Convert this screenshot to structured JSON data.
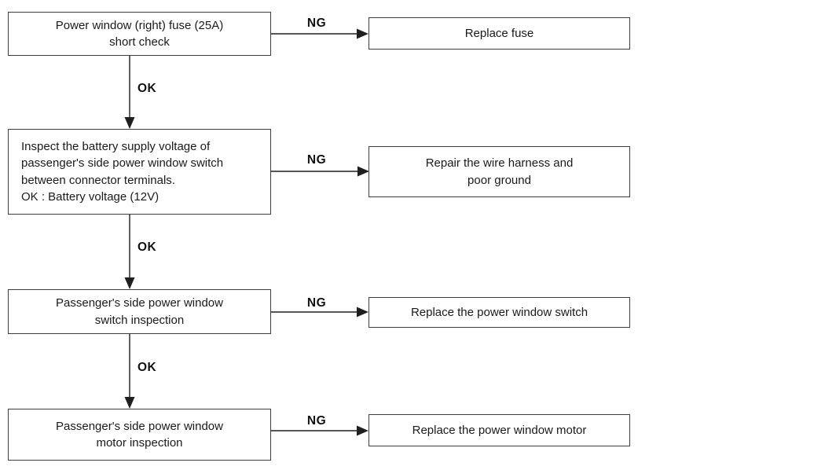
{
  "flowchart": {
    "labels": {
      "ng": "NG",
      "ok": "OK"
    },
    "steps": [
      {
        "name": "fuse-short-check",
        "lines": [
          "Power window (right) fuse (25A)",
          "short check"
        ]
      },
      {
        "name": "battery-supply-voltage-inspection",
        "lines": [
          "Inspect the battery supply voltage of",
          "passenger's side power window switch",
          "between connector terminals.",
          "OK : Battery voltage (12V)"
        ]
      },
      {
        "name": "switch-inspection",
        "lines": [
          "Passenger's side power window",
          "switch inspection"
        ]
      },
      {
        "name": "motor-inspection",
        "lines": [
          "Passenger's side power window",
          "motor inspection"
        ]
      }
    ],
    "results": [
      {
        "name": "replace-fuse",
        "lines": [
          "Replace fuse"
        ]
      },
      {
        "name": "repair-wire-harness",
        "lines": [
          "Repair the wire harness and",
          "poor ground"
        ]
      },
      {
        "name": "replace-power-window-switch",
        "lines": [
          "Replace the power window switch"
        ]
      },
      {
        "name": "replace-power-window-motor",
        "lines": [
          "Replace the power window motor"
        ]
      }
    ],
    "colors": {
      "line": "#1f1f1f",
      "border": "#3d3d3d",
      "background": "#ffffff",
      "text": "#1a1a1a"
    }
  }
}
